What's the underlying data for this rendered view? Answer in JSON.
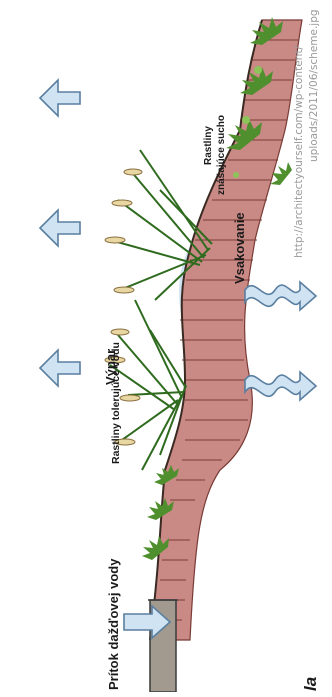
{
  "labels": {
    "inflow": "Prítok dažďovej vody",
    "evaporation": "Výpar",
    "water_tolerant": "Rastliny tolerujúce vodu",
    "drought_tolerant_line1": "Rastliny",
    "drought_tolerant_line2": "znášajúce sucho",
    "infiltration": "Vsakovanie",
    "corner_letter": "la"
  },
  "source": {
    "line1": "http://architectyourself.com/wp-content/",
    "line2": "uploads/2011/06/scheme.jpg"
  },
  "colors": {
    "soil": "#c98a86",
    "soil_line": "#7a3b36",
    "water": "#cfe3f3",
    "arrow_fill": "#cfe3f3",
    "arrow_stroke": "#5a7fa0",
    "plant": "#4f8f2e",
    "plant_light": "#8cc45a",
    "pipe": "#a29a8f"
  }
}
